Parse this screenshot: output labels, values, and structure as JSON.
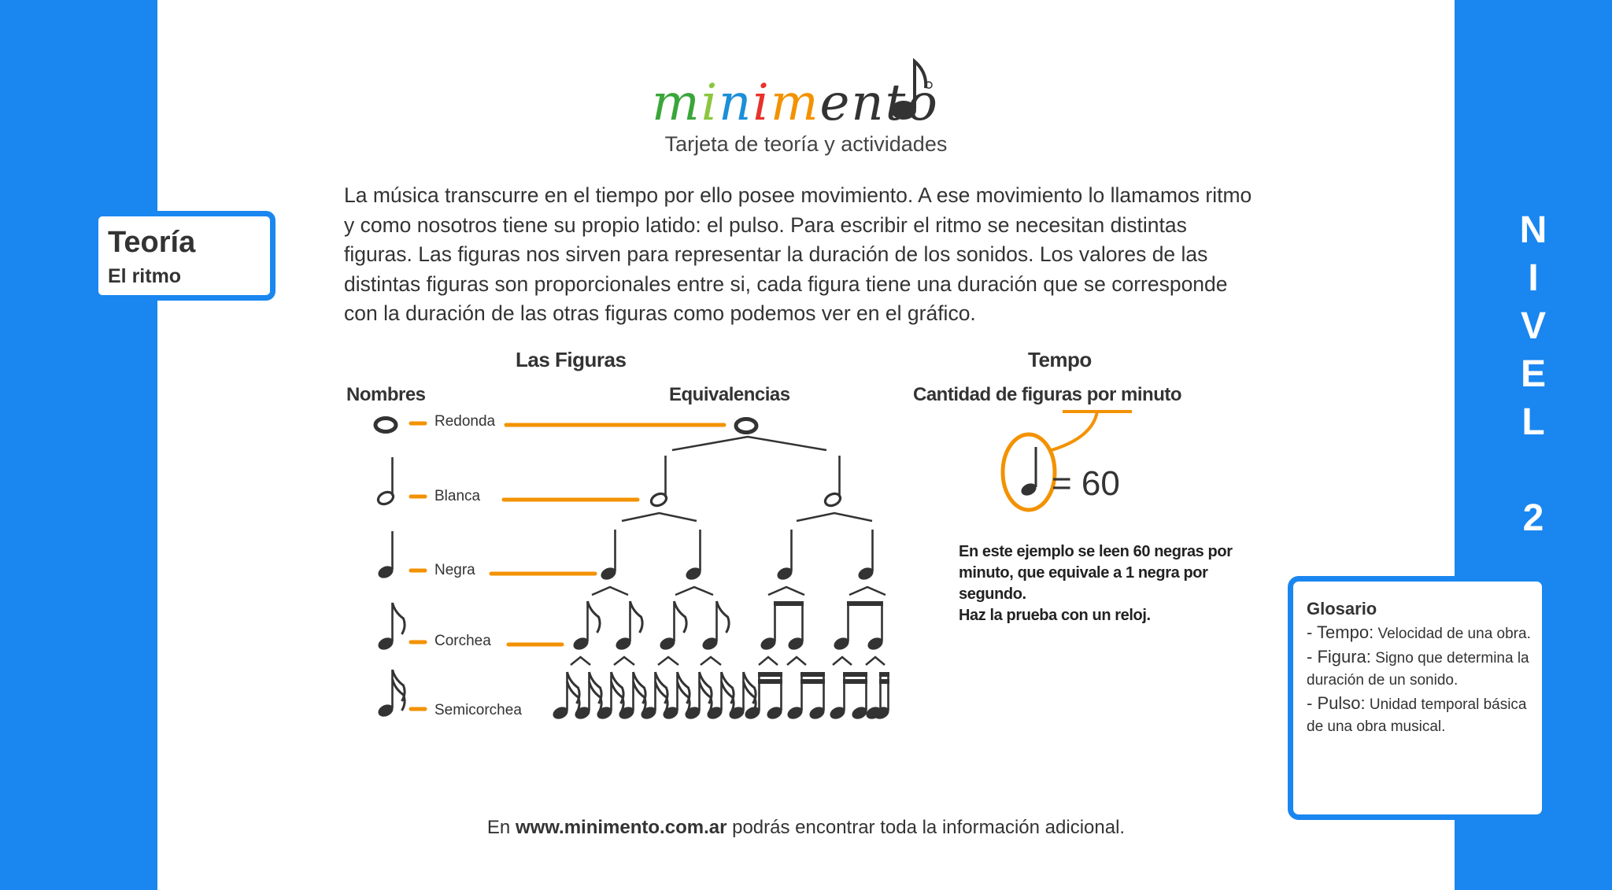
{
  "brand": {
    "logo_text": "minimento",
    "logo_letters": [
      "m",
      "i",
      "n",
      "i",
      "m",
      "e",
      "n",
      "t",
      "o"
    ],
    "logo_colors": [
      "#3aa63a",
      "#8cc63f",
      "#1b8fd8",
      "#e8322b",
      "#f39200",
      "#333333",
      "#333333",
      "#333333",
      "#333333"
    ],
    "tagline": "Tarjeta de teoría y actividades"
  },
  "theory_card": {
    "title": "Teoría",
    "subtitle": "El ritmo"
  },
  "level": {
    "letters": [
      "N",
      "I",
      "V",
      "E",
      "L",
      "",
      "2"
    ]
  },
  "intro": "La música transcurre en el tiempo por ello posee movimiento.  A ese movimiento lo llamamos ritmo y como nosotros tiene su propio latido: el pulso. Para escribir el ritmo se necesitan distintas figuras. Las figuras nos sirven para representar la duración de los sonidos.  Los valores de las distintas figuras son proporcionales entre si, cada figura tiene una duración que se corresponde con la duración de las otras figuras como podemos ver en el gráfico.",
  "figures": {
    "heading": "Las Figuras",
    "names_heading": "Nombres",
    "equiv_heading": "Equivalencias",
    "notes": [
      {
        "name": "Redonda",
        "count": 1
      },
      {
        "name": "Blanca",
        "count": 2
      },
      {
        "name": "Negra",
        "count": 4
      },
      {
        "name": "Corchea",
        "count": 8
      },
      {
        "name": "Semicorchea",
        "count": 16
      }
    ]
  },
  "tempo": {
    "heading": "Tempo",
    "subheading": "Cantidad de figuras por minuto",
    "bpm_text": "= 60",
    "explanation_lines": [
      "En este ejemplo se leen 60 negras por",
      "minuto, que equivale a 1 negra por",
      "segundo.",
      "Haz la prueba con un reloj."
    ]
  },
  "glossary": {
    "title": "Glosario",
    "items": [
      {
        "term": "- Tempo:",
        "definition": "Velocidad de una obra."
      },
      {
        "term": "- Figura:",
        "definition": "Signo que determina la duración de un sonido."
      },
      {
        "term": "- Pulso:",
        "definition": "Unidad temporal básica de una obra musical."
      }
    ]
  },
  "footer": {
    "prefix": "En ",
    "url": "www.minimento.com.ar",
    "suffix": " podrás encontrar toda la información adicional."
  },
  "colors": {
    "side_blue": "#1a86f0",
    "orange": "#f39200",
    "ink": "#333333"
  }
}
